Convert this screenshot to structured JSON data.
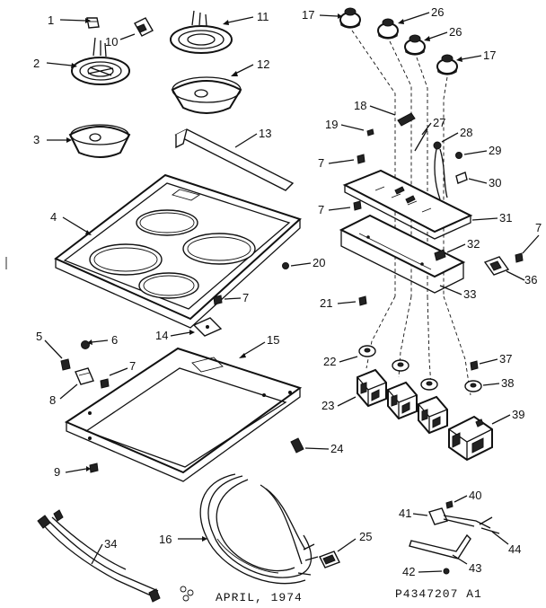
{
  "callouts": {
    "c1": "1",
    "c2": "2",
    "c3": "3",
    "c4": "4",
    "c5": "5",
    "c6": "6",
    "c7a": "7",
    "c7b": "7",
    "c7c": "7",
    "c7d": "7",
    "c7e": "7",
    "c8": "8",
    "c9": "9",
    "c10": "10",
    "c11": "11",
    "c12": "12",
    "c13": "13",
    "c14": "14",
    "c15": "15",
    "c16": "16",
    "c17a": "17",
    "c17b": "17",
    "c18": "18",
    "c19": "19",
    "c20": "20",
    "c21": "21",
    "c22": "22",
    "c23": "23",
    "c24": "24",
    "c25": "25",
    "c26a": "26",
    "c26b": "26",
    "c27": "27",
    "c28": "28",
    "c29": "29",
    "c30": "30",
    "c31": "31",
    "c32": "32",
    "c33": "33",
    "c34": "34",
    "c36": "36",
    "c37": "37",
    "c38": "38",
    "c39": "39",
    "c40": "40",
    "c41": "41",
    "c42": "42",
    "c43": "43",
    "c44": "44"
  },
  "footer": {
    "date": "APRIL, 1974",
    "code": "P4347207 A1"
  }
}
